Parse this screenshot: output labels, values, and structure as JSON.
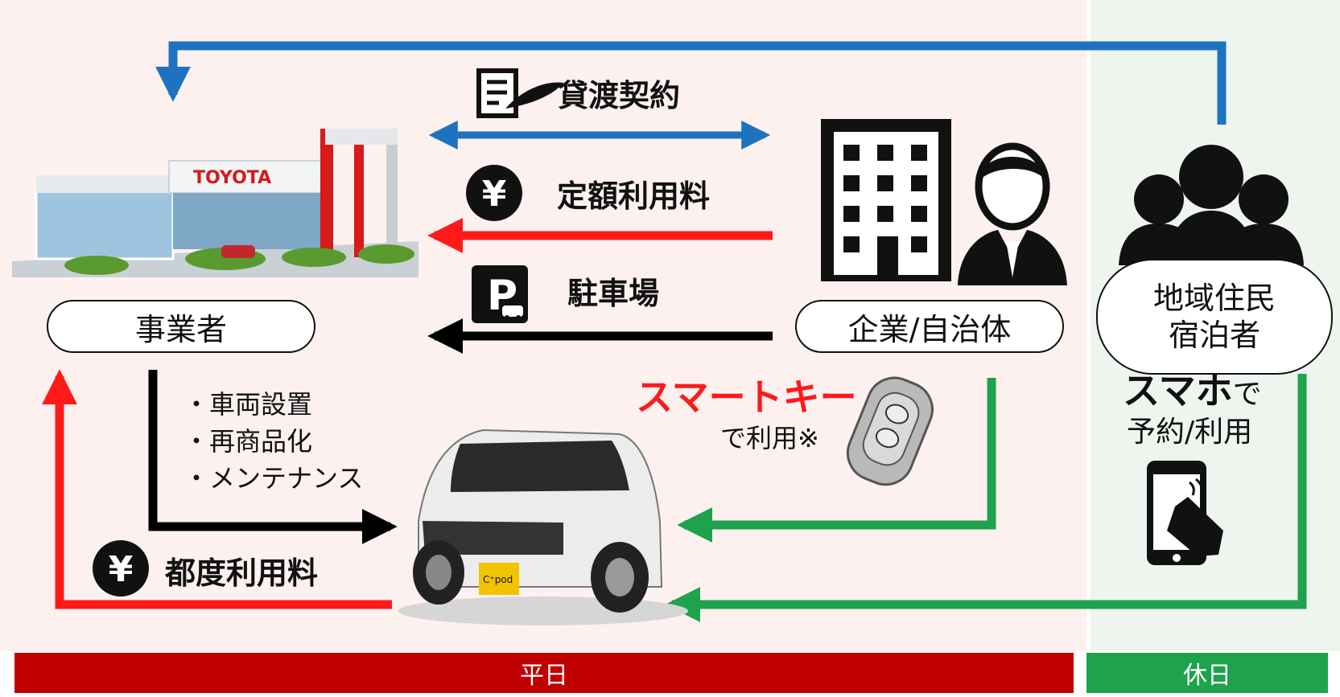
{
  "labels": {
    "contract": "貸渡契約",
    "fixed_fee": "定額利用料",
    "parking": "駐車場",
    "operator": "事業者",
    "company": "企業/自治体",
    "residents_line1": "地域住民",
    "residents_line2": "宿泊者",
    "smartkey": "スマートキー",
    "smartkey_use": "で利用※",
    "smartphone_bold": "スマホ",
    "smartphone_de": "で",
    "smartphone_use": "予約/利用",
    "per_use_fee": "都度利用料",
    "service_items": [
      "・車両設置",
      "・再商品化",
      "・メンテナンス"
    ],
    "dealer_sign": "TOYOTA",
    "car_plate": "C⁺pod",
    "weekday": "平日",
    "holiday": "休日"
  },
  "colors": {
    "blue": "#1e73c0",
    "red": "#ff1a1a",
    "black": "#000000",
    "green": "#1ea24c",
    "weekday_bar": "#c00000",
    "holiday_bar": "#1ea24c"
  },
  "icons": [
    "document-quill-icon",
    "yen-coin-icon",
    "parking-icon",
    "office-building-icon",
    "businessman-icon",
    "people-group-icon",
    "smartphone-touch-icon",
    "smart-key-icon",
    "toyota-dealership-image",
    "cpod-car-image"
  ]
}
